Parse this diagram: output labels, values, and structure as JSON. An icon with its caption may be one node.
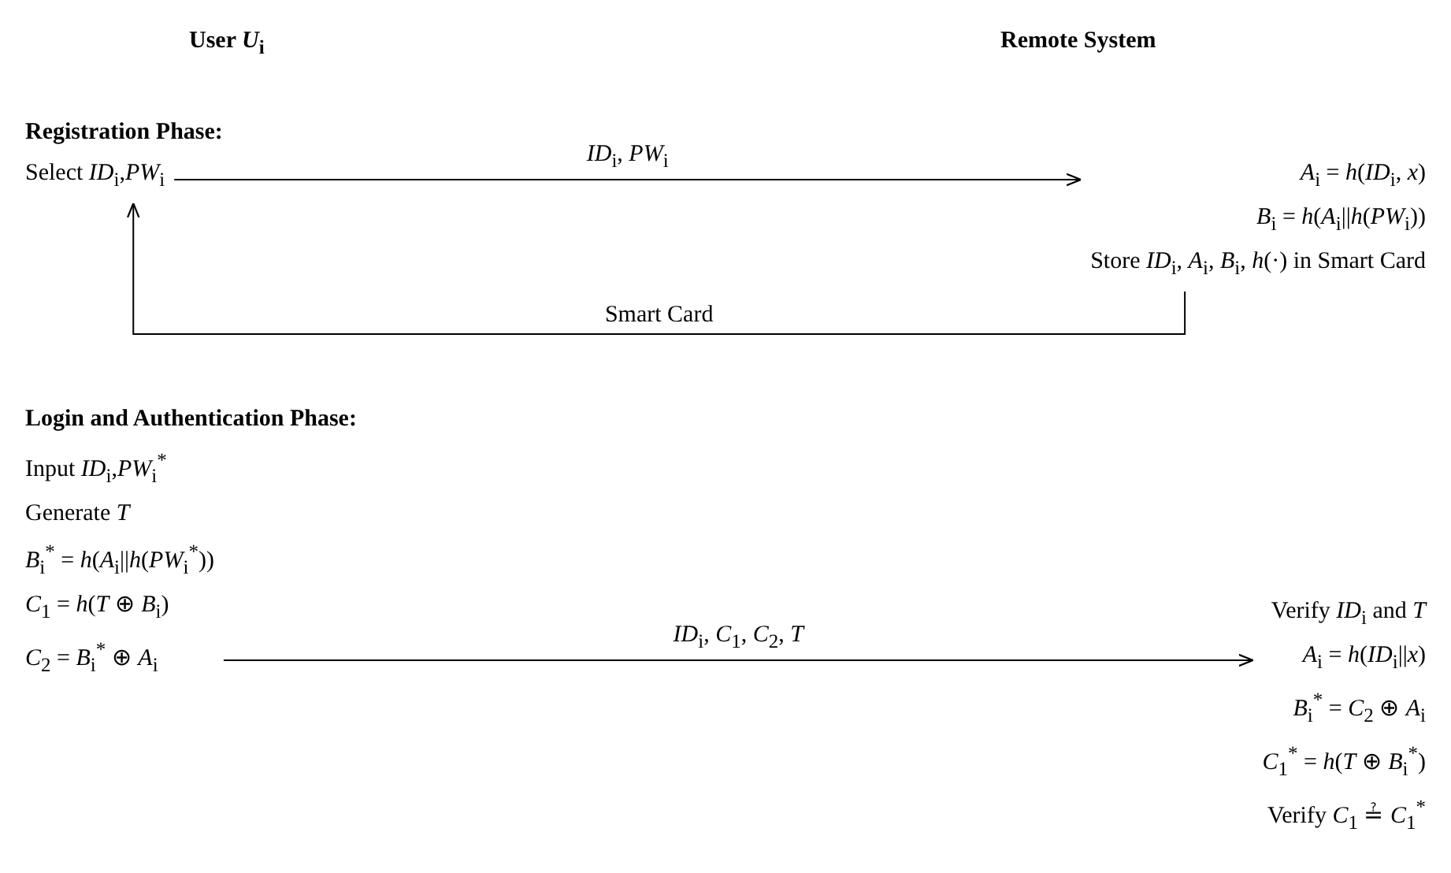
{
  "diagram": {
    "nodes": [
      {
        "text": [
          "Select *ID*$_{i}$,*PW*$_{i}$"
        ]
      },
      {
        "text": [
          "*A*$_{i}$ = *h*(*ID*$_{i}$, *x*)",
          "*B*$_{i}$ = *h*(*A*$_{i}$||*h*(*PW*$_{i}$))",
          "Store *ID*$_{i}$, *A*$_{i}$, *B*$_{i}$, *h*(·) in Smart Card"
        ]
      },
      {
        "text": [
          "Input *ID*$_{i}$,*PW*$_{i}$$^{*}$",
          "Generate *T*",
          "*B*$_{i}$$^{*}$ = *h*(*A*$_{i}$||*h*(*PW*$_{i}$$^{*}$))",
          "*C*$_{1}$ = *h*(*T* ⊕ *B*$_{i}$)",
          "*C*$_{2}$ = *B*$_{i}$$^{*}$ ⊕ *A*$_{i}$"
        ]
      },
      {
        "text": [
          "Verify *ID*$_{i}$ and *T*",
          "*A*$_{i}$ = *h*(*ID*$_{i}$||*x*)",
          "*B*$_{i}$$^{*}$ = *C*$_{2}$ ⊕ *A*$_{i}$",
          "*C*$_{1}$$^{*}$ = *h*(*T* ⊕ *B*$_{i}$$^{*}$)",
          "Verify *C*$_{1}$ ≟ *C*$_{1}$$^{*}$"
        ]
      }
    ],
    "edges": [
      {
        "from": 0,
        "to": 1,
        "arrow": "to",
        "label": "*ID*$_{i}$, *PW*$_{i}$"
      },
      {
        "from": 1,
        "to": 0,
        "arrow": "to",
        "label": "Smart Card"
      },
      {
        "from": 2,
        "to": 3,
        "arrow": "to",
        "label": "*ID*$_{i}$, *C*$_{1}$, *C*$_{2}$, *T*"
      }
    ],
    "labels": [
      "User *U*$_{i}$",
      "Remote System",
      "Registration Phase:",
      "Login and Authentication Phase:"
    ]
  }
}
